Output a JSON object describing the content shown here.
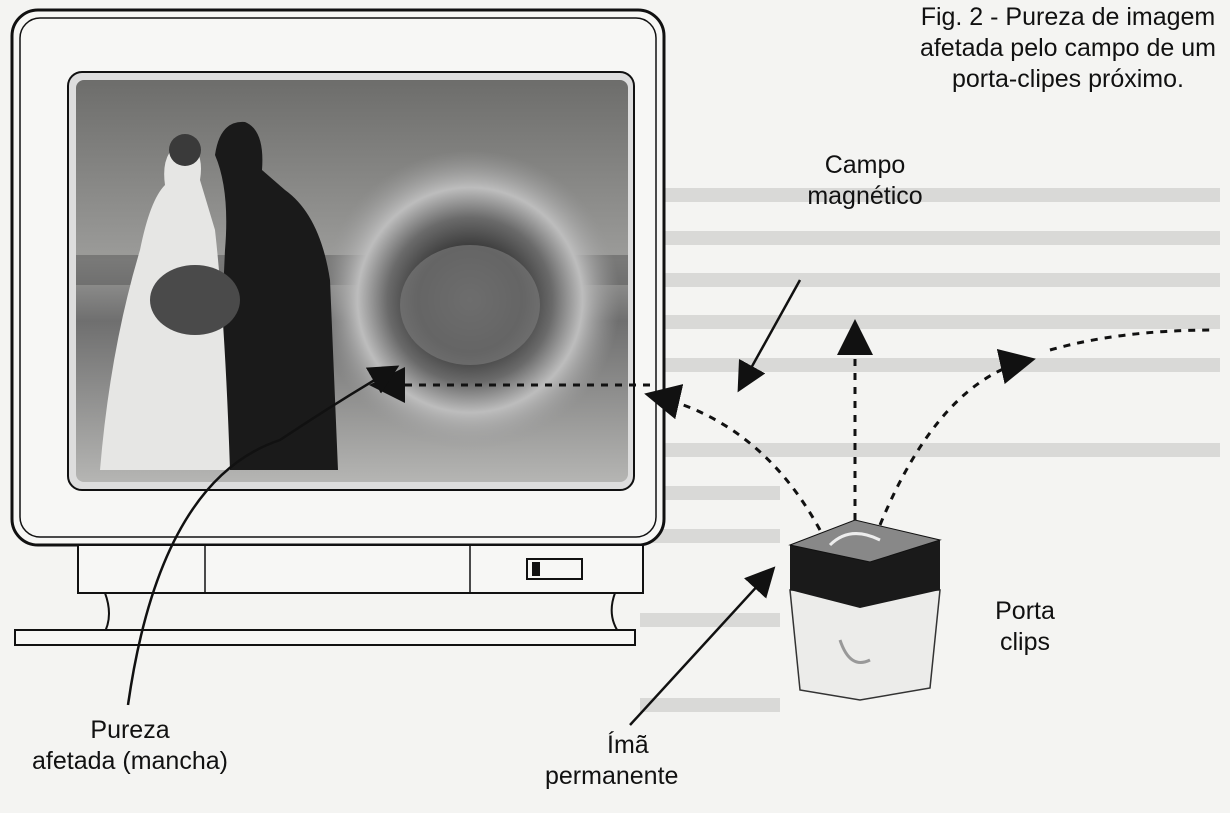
{
  "caption": {
    "line1": "Fig. 2 - Pureza de imagem",
    "line2": "afetada pelo campo de um",
    "line3": "porta-clipes próximo."
  },
  "labels": {
    "field": {
      "line1": "Campo",
      "line2": "magnético"
    },
    "holder": {
      "line1": "Porta",
      "line2": "clips"
    },
    "magnet": {
      "line1": "Ímã",
      "line2": "permanente"
    },
    "stain": {
      "line1": "Pureza",
      "line2": "afetada (mancha)"
    }
  },
  "colors": {
    "ink": "#111111",
    "paper": "#f4f4f2",
    "screen": "#8a8a88"
  }
}
